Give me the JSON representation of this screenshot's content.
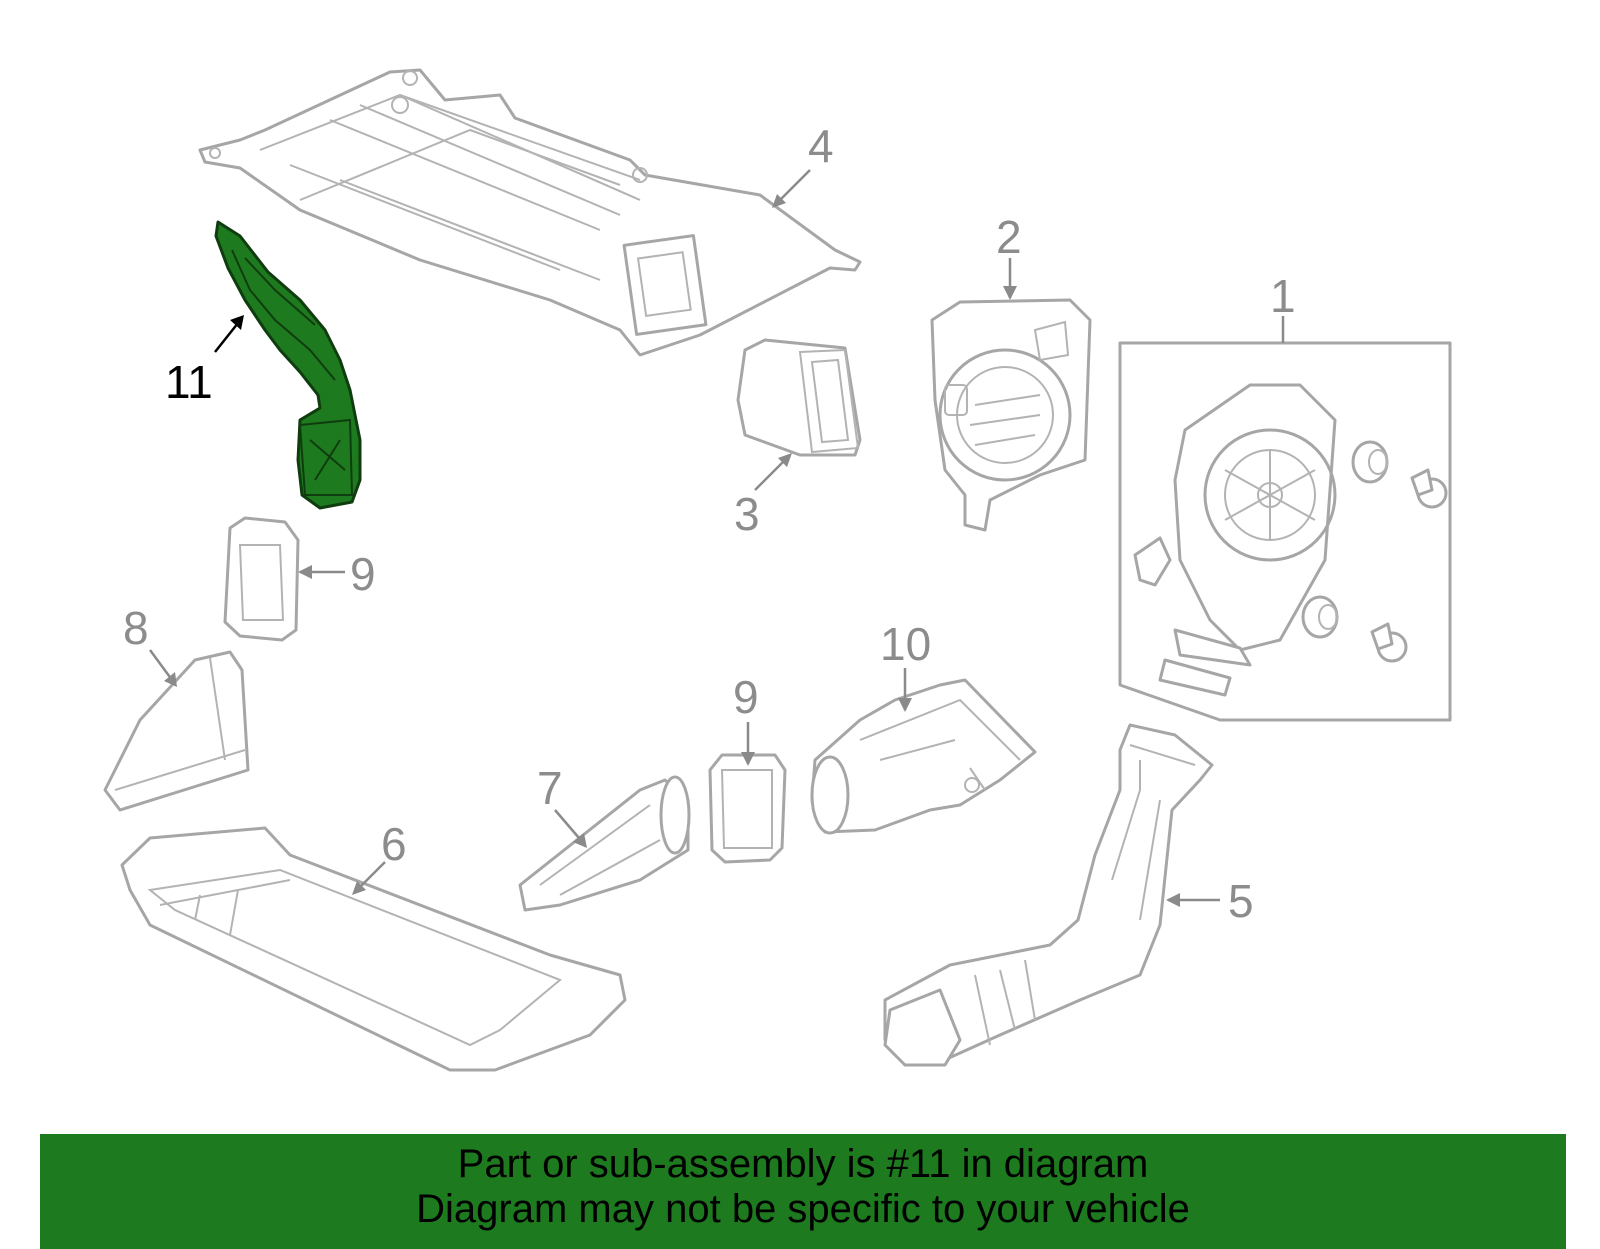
{
  "callouts": {
    "c1": "1",
    "c2": "2",
    "c3": "3",
    "c4": "4",
    "c5": "5",
    "c6": "6",
    "c7": "7",
    "c8": "8",
    "c9a": "9",
    "c9b": "9",
    "c10": "10",
    "c11": "11"
  },
  "highlighted_part": "11",
  "colors": {
    "highlight": "#1e7a1e",
    "line_art": "#a6a6a6",
    "banner": "#1e7a1e"
  },
  "banner": {
    "line1": "Part or sub-assembly is #11 in diagram",
    "line2": "Diagram may not be specific to your vehicle"
  }
}
